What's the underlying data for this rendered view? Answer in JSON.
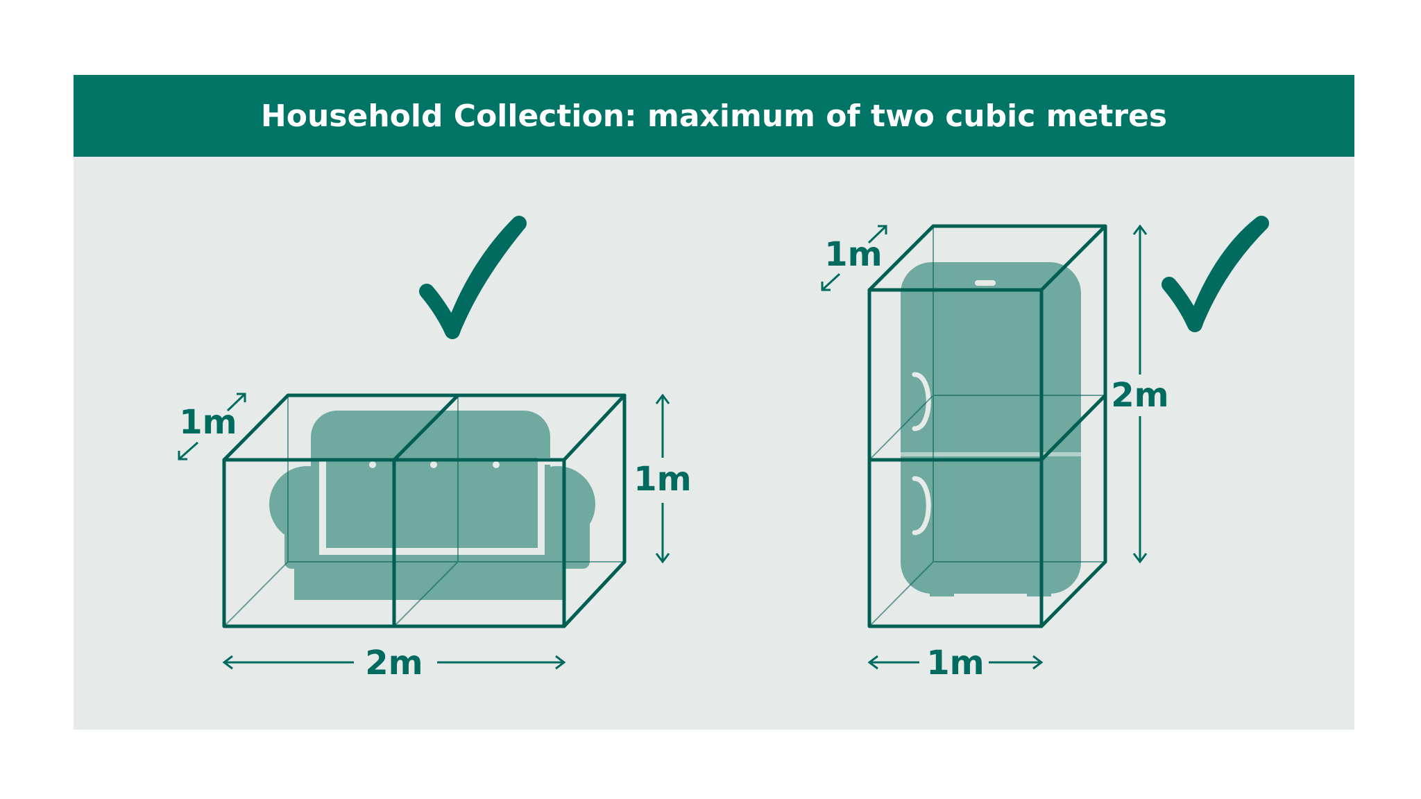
{
  "title": "Household Collection: maximum of two cubic metres",
  "colors": {
    "header_bg": "#007566",
    "header_text": "#ffffff",
    "panel_bg": "#e6ebea",
    "accent": "#006b5e",
    "object_fill": "#6fa9a0"
  },
  "sofa_example": {
    "depth_label": "1m",
    "height_label": "1m",
    "width_label": "2m",
    "check_icon": "tick-icon"
  },
  "fridge_example": {
    "depth_label": "1m",
    "height_label": "2m",
    "width_label": "1m",
    "check_icon": "tick-icon"
  }
}
